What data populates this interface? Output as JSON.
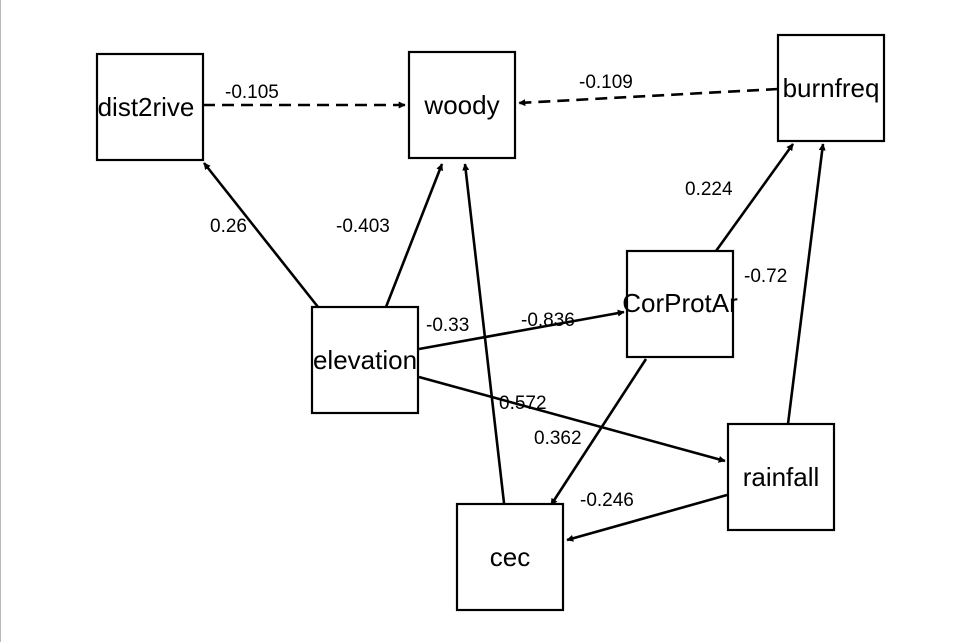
{
  "diagram": {
    "nodes": [
      {
        "id": "dist2river",
        "label": "dist2rive"
      },
      {
        "id": "woody",
        "label": "woody"
      },
      {
        "id": "burnfreq",
        "label": "burnfreq"
      },
      {
        "id": "elevation",
        "label": "elevation"
      },
      {
        "id": "corprotar",
        "label": "CorProtAr"
      },
      {
        "id": "rainfall",
        "label": "rainfall"
      },
      {
        "id": "cec",
        "label": "cec"
      }
    ],
    "edges": [
      {
        "from": "dist2river",
        "to": "woody",
        "label": "-0.105",
        "style": "dashed"
      },
      {
        "from": "burnfreq",
        "to": "woody",
        "label": "-0.109",
        "style": "dashed"
      },
      {
        "from": "elevation",
        "to": "dist2river",
        "label": "0.26",
        "style": "solid"
      },
      {
        "from": "elevation",
        "to": "woody",
        "label": "-0.403",
        "style": "solid"
      },
      {
        "from": "cec",
        "to": "woody",
        "label": "-0.33",
        "style": "solid"
      },
      {
        "from": "elevation",
        "to": "corprotar",
        "label": "-0.836",
        "style": "solid"
      },
      {
        "from": "corprotar",
        "to": "burnfreq",
        "label": "0.224",
        "style": "solid"
      },
      {
        "from": "rainfall",
        "to": "burnfreq",
        "label": "-0.72",
        "style": "solid"
      },
      {
        "from": "elevation",
        "to": "rainfall",
        "label": "0.572",
        "style": "solid"
      },
      {
        "from": "corprotar",
        "to": "cec",
        "label": "0.362",
        "style": "solid"
      },
      {
        "from": "rainfall",
        "to": "cec",
        "label": "-0.246",
        "style": "solid"
      }
    ]
  }
}
